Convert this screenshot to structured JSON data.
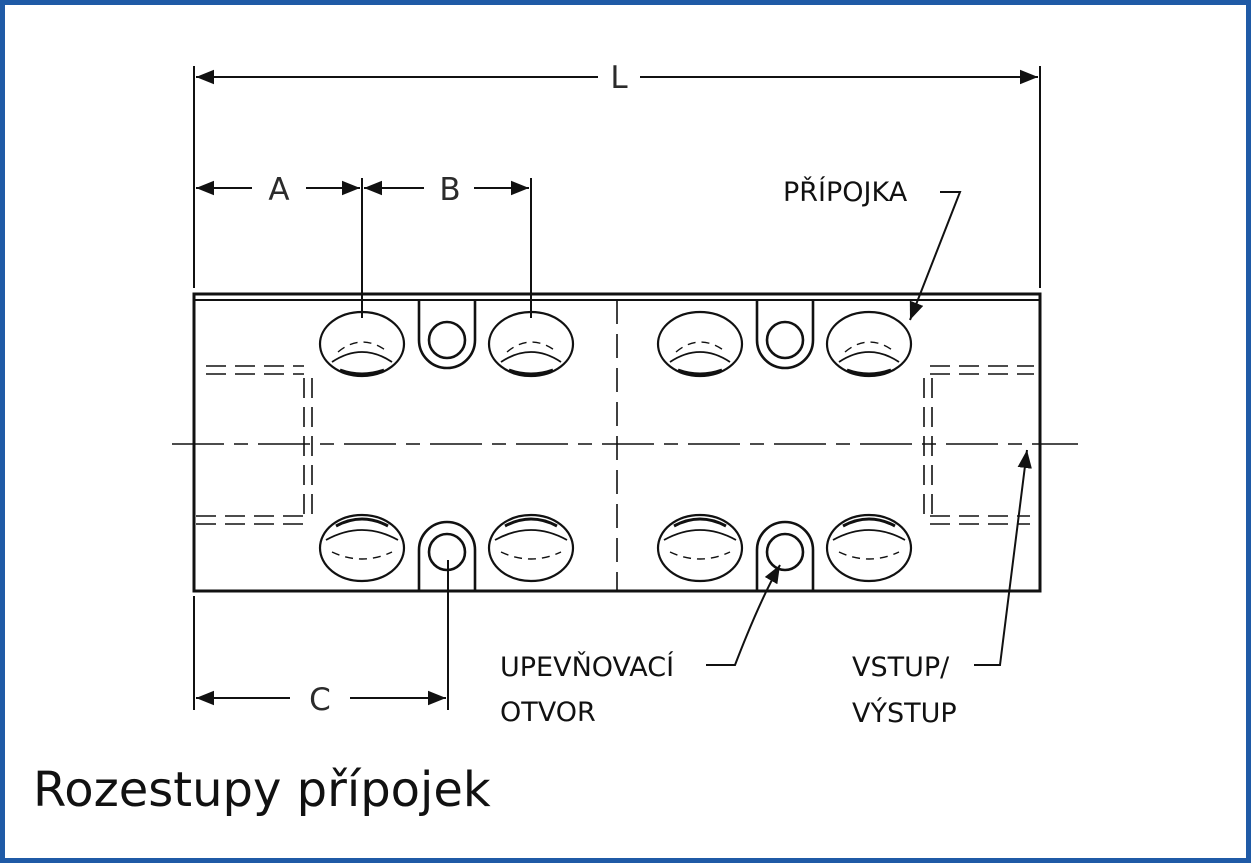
{
  "caption": "Rozestupy přípojek",
  "dimensions": {
    "L": "L",
    "A": "A",
    "B": "B",
    "C": "C"
  },
  "callouts": {
    "port": "PŘÍPOJKA",
    "mounting_hole_line1": "UPEVŇOVACÍ",
    "mounting_hole_line2": "OTVOR",
    "inlet_outlet_line1": "VSTUP/",
    "inlet_outlet_line2": "VÝSTUP"
  },
  "colors": {
    "frame_border": "#1f5aa6",
    "line": "#111111"
  }
}
